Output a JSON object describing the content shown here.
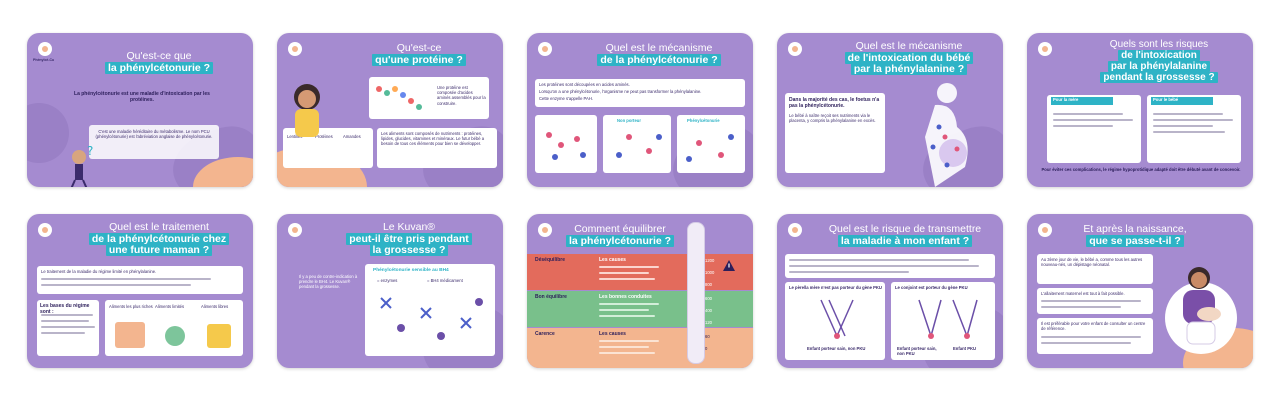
{
  "slides": [
    {
      "title_line1": "Qu'est-ce que",
      "title_hl": "la phénylcétonurie ?",
      "body_bold": "La phénylcétonurie est une maladie d'intoxication par les protéines.",
      "body_small": "C'est une maladie héréditaire du métabolisme. Le nom PCU (phénylcétonurie) est l'abréviation anglaise de phénylcétonurie."
    },
    {
      "title_line1": "Qu'est-ce",
      "title_hl": "qu'une protéine ?",
      "body_small": "Une protéine est composée d'acides aminés assemblés pour la construire.",
      "labels": [
        "Lentilles",
        "Protéines",
        "Amandes"
      ],
      "footer": "Les aliments sont composés de nutriments : protéines, lipides, glucides, vitamines et minéraux. Le futur bébé a besoin de tous ces éléments pour bien se développer."
    },
    {
      "title_line1": "Quel est le mécanisme",
      "title_hl": "de la phénylcétonurie ?",
      "bullets": [
        "Les protéines sont découpées en acides aminés.",
        "Lorsqu'on a une phénylcétonurie, l'organisme ne peut pas transformer la phénylalanine.",
        "Cette enzyme s'appelle PAH."
      ],
      "col_labels": [
        "Non porteur",
        "Phénylcétonurie"
      ]
    },
    {
      "title_line1": "Quel est le mécanisme",
      "title_line2": "de l'intoxication du bébé",
      "title_line3": "par la phénylalanine ?",
      "body_bold": "Dans la majorité des cas, le foetus n'a pas la phénylcétonurie.",
      "body_small": "Le bébé à naître reçoit ses nutriments via le placenta, y compris la phénylalanine en excès."
    },
    {
      "title_line1": "Quels sont les risques",
      "title_line2": "de l'intoxication",
      "title_line3": "par la phénylalanine",
      "title_line4": "pendant la grossesse ?",
      "left_head": "Pour la mère",
      "right_head": "Pour le bébé",
      "footer": "Pour éviter ces complications, le régime hypoprotidique adapté doit être débuté avant de concevoir."
    },
    {
      "title_line1": "Quel est le traitement",
      "title_hl": "de la phénylcétonurie chez",
      "title_hl2": "une future maman ?",
      "body_small": "Le traitement de la maladie du régime limité en phénylalanine.",
      "left_head": "Les bases du régime sont :",
      "cols": [
        "Aliments les plus riches",
        "Aliments limités",
        "Aliments libres"
      ]
    },
    {
      "title_line1": "Le Kuvan®",
      "title_line2": "peut-il être pris pendant",
      "title_line3": "la grossesse ?",
      "body_small": "Il y a peu de contre-indication à prendre le BH4. Le Kuvan® pendant la grossesse.",
      "panel_head": "Phénylcétonurie sensible au BH4",
      "legend": [
        "= enzymes",
        "= BH4 médicament"
      ]
    },
    {
      "title_line1": "Comment équilibrer",
      "title_hl": "la phénylcétonurie ?",
      "rows": [
        "Déséquilibre",
        "Bon équilibre",
        "Carence"
      ],
      "row_heads": [
        "Les causes",
        "Les bonnes conduites",
        "Les causes"
      ],
      "scale": [
        "1200",
        "1000",
        "800",
        "600",
        "400",
        "120",
        "60",
        "0"
      ]
    },
    {
      "title_line1": "Quel est le risque de transmettre",
      "title_hl": "la maladie à mon enfant ?",
      "left_head": "Le père/la mère n'est pas porteur du gène PKU",
      "right_head": "Le conjoint est porteur du gène PKU",
      "left_cap": "Enfant porteur sain, non PKU",
      "right_caps": [
        "Enfant porteur sain, non PKU",
        "Enfant PKU"
      ]
    },
    {
      "title_line1": "Et après la naissance,",
      "title_hl": "que se passe-t-il ?",
      "body_small": "Au 3ème jour de vie, le bébé a, comme tous les autres nouveau-nés, un dépistage néonatal.",
      "body_small2": "L'allaitement maternel est tout à fait possible.",
      "body_small3": "Il est préférable pour votre enfant de consulter un centre de référence."
    }
  ],
  "brand": {
    "logo_text": "Phénylcé-Cu"
  },
  "colors": {
    "purple": "#a58bd0",
    "teal": "#2eb3c6",
    "peach": "#f3b58f",
    "navy": "#2c1e5a"
  }
}
